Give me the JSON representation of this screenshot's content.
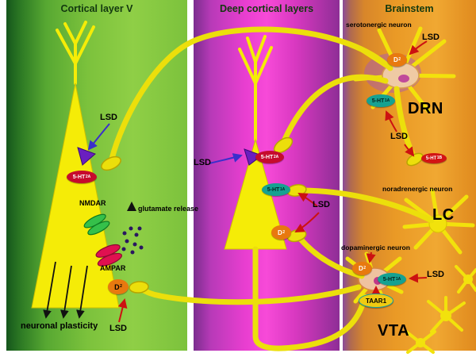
{
  "colors": {
    "axon_yellow": "#ecdf0b",
    "neuron_yellow": "#f5ec07",
    "receptor_red": "#c60b2d",
    "receptor_teal": "#16a191",
    "receptor_orange": "#e8790f",
    "receptor_darkred": "#d21414",
    "taar1_yellow": "#f0cb12",
    "lsd_triangle_purple": "#6a1fbf",
    "panel_green": "#7cc23c",
    "panel_magenta": "#e83ed0",
    "panel_orange": "#ea9a26"
  },
  "panels": {
    "cortical": {
      "title": "Cortical layer V",
      "lsd_top": "LSD",
      "ht2a": {
        "base": "5-HT",
        "sub": "2A"
      },
      "nmdar": "NMDAR",
      "glutamate": "glutamate release",
      "ampar": "AMPAR",
      "d2": {
        "base": "D",
        "sub": "2"
      },
      "plasticity": "neuronal plasticity",
      "lsd_bottom": "LSD"
    },
    "deep": {
      "title": "Deep cortical layers",
      "lsd_left": "LSD",
      "ht2a": {
        "base": "5-HT",
        "sub": "2A"
      },
      "ht1a": {
        "base": "5-HT",
        "sub": "1A"
      },
      "lsd_right": "LSD",
      "d2": {
        "base": "D",
        "sub": "2"
      }
    },
    "brainstem": {
      "title": "Brainstem",
      "drn": {
        "neuron_type": "serotonergic neuron",
        "lsd_top": "LSD",
        "d2": {
          "base": "D",
          "sub": "2"
        },
        "ht1a": {
          "base": "5-HT",
          "sub": "1A"
        },
        "region": "DRN",
        "lsd_mid": "LSD",
        "ht1b": {
          "base": "5-HT",
          "sub": "1B"
        }
      },
      "lc": {
        "neuron_type": "noradrenergic neuron",
        "region": "LC"
      },
      "vta": {
        "neuron_type": "dopaminergic neuron",
        "d2": {
          "base": "D",
          "sub": "2"
        },
        "ht1a": {
          "base": "5-HT",
          "sub": "1A"
        },
        "lsd": "LSD",
        "taar1": "TAAR1",
        "region": "VTA"
      }
    }
  }
}
